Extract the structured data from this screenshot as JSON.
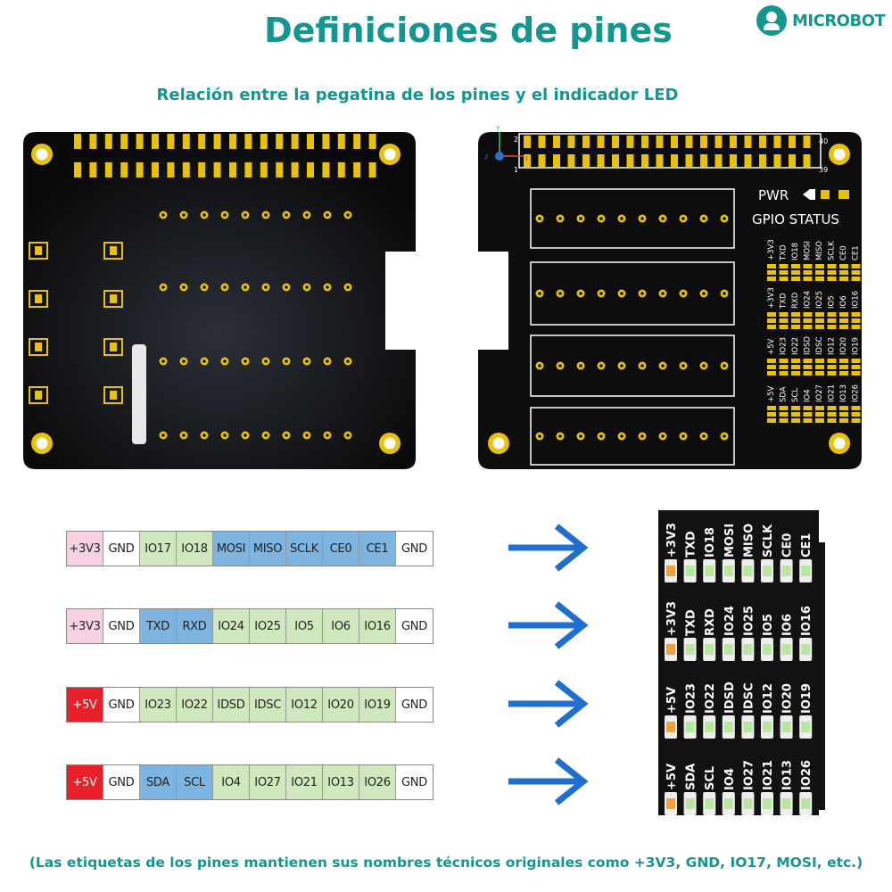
{
  "header": {
    "title": "Definiciones de pines",
    "subtitle": "Relación entre la pegatina de los pines y el indicador LED",
    "logo_text": "MICROBOT"
  },
  "footer": {
    "note": "(Las etiquetas de los pines mantienen sus nombres técnicos originales como +3V3, GND, IO17, MOSI, etc.)"
  },
  "board_right": {
    "pwr_label": "PWR",
    "gpio_status_label": "GPIO STATUS",
    "pin_markers": {
      "top_left": "2",
      "bottom_left": "1",
      "top_right": "40",
      "bottom_right": "39"
    },
    "axis_labels": {
      "y": "y",
      "x": "x",
      "z": "z"
    }
  },
  "legend_rows": [
    {
      "labels": [
        "+3V3",
        "GND",
        "IO17",
        "IO18",
        "MOSI",
        "MISO",
        "SCLK",
        "CE0",
        "CE1",
        "GND"
      ],
      "colors": [
        "pink",
        "white",
        "green",
        "green",
        "blue",
        "blue",
        "blue",
        "blue",
        "blue",
        "white"
      ]
    },
    {
      "labels": [
        "+3V3",
        "GND",
        "TXD",
        "RXD",
        "IO24",
        "IO25",
        "IO5",
        "IO6",
        "IO16",
        "GND"
      ],
      "colors": [
        "pink",
        "white",
        "blue",
        "blue",
        "green",
        "green",
        "green",
        "green",
        "green",
        "white"
      ]
    },
    {
      "labels": [
        "+5V",
        "GND",
        "IO23",
        "IO22",
        "IDSD",
        "IDSC",
        "IO12",
        "IO20",
        "IO19",
        "GND"
      ],
      "colors": [
        "red",
        "white",
        "green",
        "green",
        "green",
        "green",
        "green",
        "green",
        "green",
        "white"
      ]
    },
    {
      "labels": [
        "+5V",
        "GND",
        "SDA",
        "SCL",
        "IO4",
        "IO27",
        "IO21",
        "IO13",
        "IO26",
        "GND"
      ],
      "colors": [
        "red",
        "white",
        "blue",
        "blue",
        "green",
        "green",
        "green",
        "green",
        "green",
        "white"
      ]
    }
  ],
  "led_panel_rows": [
    [
      "+3V3",
      "TXD",
      "IO18",
      "MOSI",
      "MISO",
      "SCLK",
      "CE0",
      "CE1"
    ],
    [
      "+3V3",
      "TXD",
      "RXD",
      "IO24",
      "IO25",
      "IO5",
      "IO6",
      "IO16"
    ],
    [
      "+5V",
      "IO23",
      "IO22",
      "IDSD",
      "IDSC",
      "IO12",
      "IO20",
      "IO19"
    ],
    [
      "+5V",
      "SDA",
      "SCL",
      "IO4",
      "IO27",
      "IO21",
      "IO13",
      "IO26"
    ]
  ],
  "colors": {
    "accent": "#14968f",
    "pcb": "#0d0d0d",
    "gold": "#e8c20a",
    "arrow": "#1f6fd1",
    "led_green": "#b8e6a0",
    "led_orange": "#f2a23c"
  }
}
